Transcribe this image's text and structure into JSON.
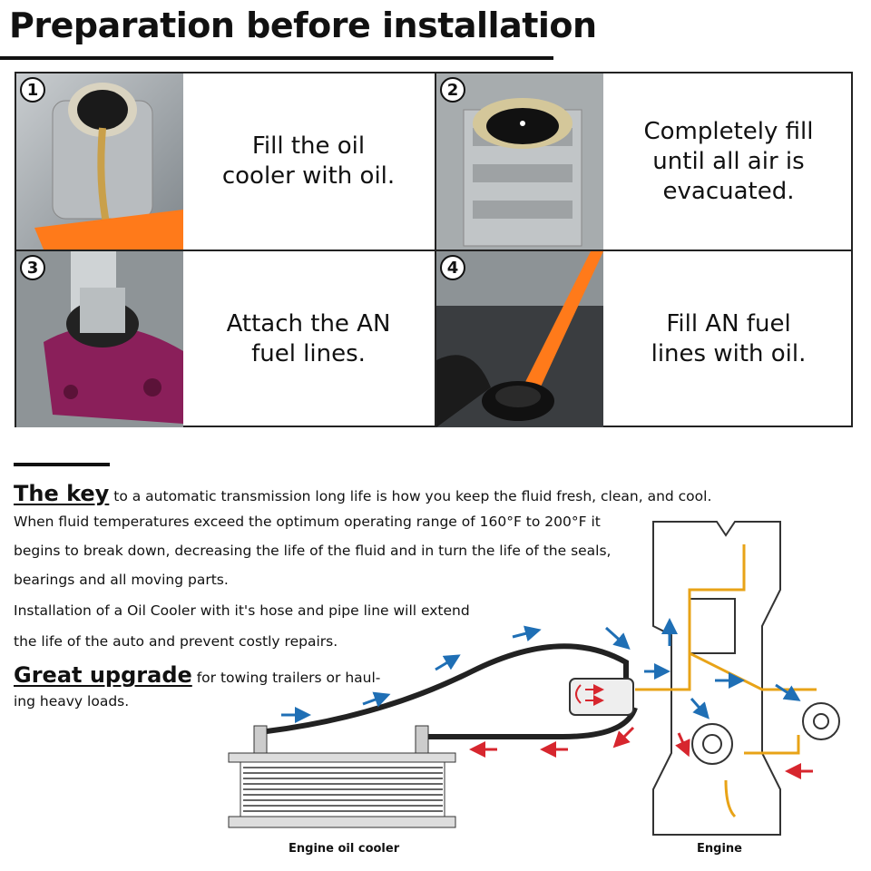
{
  "header": {
    "title": "Preparation before installation"
  },
  "steps": [
    {
      "number": "1",
      "caption": "Fill the oil\ncooler with oil."
    },
    {
      "number": "2",
      "caption": "Completely fill\nuntil all air is\nevacuated."
    },
    {
      "number": "3",
      "caption": "Attach the AN\nfuel lines."
    },
    {
      "number": "4",
      "caption": "Fill AN fuel\nlines with oil."
    }
  ],
  "key": {
    "heading": "The key",
    "rest": " to a automatic transmission long life is how you keep the fluid fresh, clean, and cool."
  },
  "paragraph": [
    "When fluid temperatures exceed the optimum operating range of 160°F to 200°F it",
    "begins to break down, decreasing the life of the fluid and in turn the life of the seals,",
    "bearings and all moving parts.",
    "Installation of a Oil Cooler with it's hose and pipe line will extend",
    "the life of the auto and prevent costly repairs."
  ],
  "upgrade": {
    "heading": "Great upgrade",
    "rest": " for towing trailers or haul-",
    "rest2": "ing heavy loads."
  },
  "diagram": {
    "cooler_label": "Engine oil cooler",
    "engine_label": "Engine",
    "colors": {
      "hot": "#d7262e",
      "cool": "#1f6fb5",
      "oil": "#e8a317",
      "line": "#222222"
    }
  }
}
